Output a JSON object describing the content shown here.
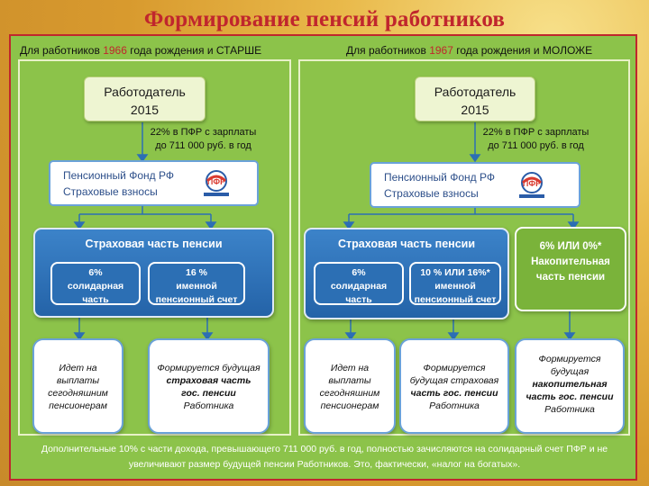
{
  "title": "Формирование пенсий работников",
  "left": {
    "header_pre": "Для работников ",
    "header_year": "1966",
    "header_post": " года рождения и СТАРШЕ",
    "employer": [
      "Работодатель",
      "2015"
    ],
    "note": [
      "22% в ПФР с зарплаты",
      "до 711 000 руб. в год"
    ],
    "pfr": [
      "Пенсионный Фонд РФ",
      "Страховые взносы"
    ],
    "insurance_title": "Страховая часть пенсии",
    "sub1": [
      "6%",
      "солидарная",
      "часть"
    ],
    "sub2": [
      "16 %",
      "именной",
      "пенсионный счет"
    ],
    "out1": [
      "Идет на",
      "выплаты",
      "сегодняшним",
      "пенсионерам"
    ],
    "out2": [
      "Формируется будущая",
      "страховая часть",
      "гос. пенсии",
      "Работника"
    ]
  },
  "right": {
    "header_pre": "Для работников ",
    "header_year": "1967",
    "header_post": " года рождения и МОЛОЖЕ",
    "employer": [
      "Работодатель",
      "2015"
    ],
    "note": [
      "22% в ПФР с зарплаты",
      "до 711 000 руб. в год"
    ],
    "pfr": [
      "Пенсионный Фонд РФ",
      "Страховые взносы"
    ],
    "insurance_title": "Страховая часть пенсии",
    "sub1": [
      "6%",
      "солидарная",
      "часть"
    ],
    "sub2": [
      "10 % ИЛИ 16%*",
      "именной",
      "пенсионный счет"
    ],
    "funded": [
      "6% ИЛИ 0%*",
      "Накопительная",
      "часть пенсии"
    ],
    "out1": [
      "Идет на",
      "выплаты",
      "сегодняшним",
      "пенсионерам"
    ],
    "out2": [
      "Формируется",
      "будущая страховая",
      "часть гос. пенсии",
      "Работника"
    ],
    "out3": [
      "Формируется",
      "будущая",
      "накопительная",
      "часть гос. пенсии",
      "Работника"
    ]
  },
  "footer": [
    "Дополнительные 10% с части дохода, превышающего 711 000 руб. в год, полностью зачисляются на солидарный счет ПФР и не",
    "увеличивают размер будущей пенсии Работников. Это, фактически, «налог на богатых»."
  ],
  "logo_text": "ПФР",
  "colors": {
    "title_red": "#c0262d",
    "green_bg": "#8cc34a",
    "blue": "#2c6fb4"
  }
}
